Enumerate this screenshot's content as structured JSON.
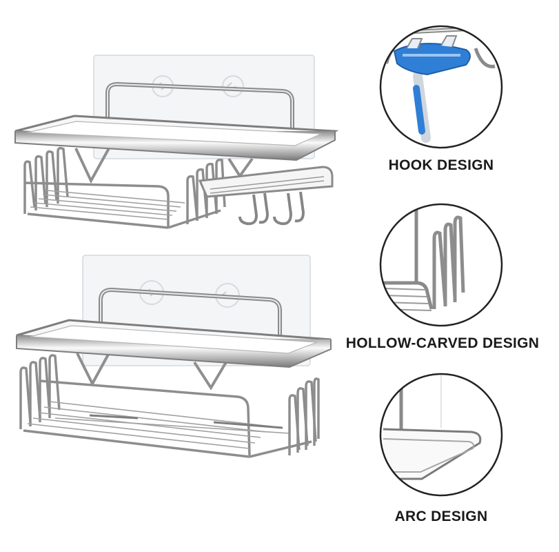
{
  "features": [
    {
      "id": "hook",
      "label": "HOOK DESIGN",
      "icon": "hook-detail-icon"
    },
    {
      "id": "hollow",
      "label": "HOLLOW-CARVED DESIGN",
      "icon": "hollow-carved-detail-icon"
    },
    {
      "id": "arc",
      "label": "ARC DESIGN",
      "icon": "arc-corner-detail-icon"
    }
  ],
  "products": [
    {
      "id": "top",
      "description_icon": "shower-caddy-with-hooks-icon"
    },
    {
      "id": "bottom",
      "description_icon": "shower-caddy-basket-icon"
    }
  ],
  "colors": {
    "chrome_dark": "#6f6f6f",
    "chrome_light": "#d9d9d9",
    "adhesive": "#eef1f4",
    "blue_accent": "#2f7fd6",
    "circle_stroke": "#222222"
  }
}
